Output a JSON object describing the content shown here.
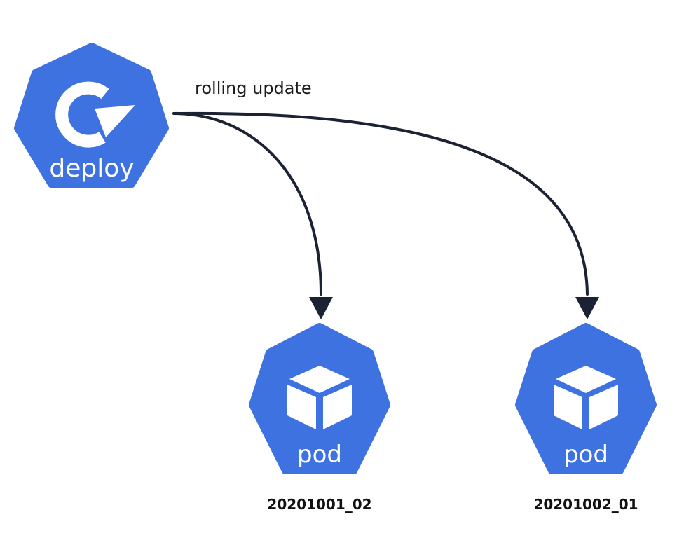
{
  "colors": {
    "node_fill": "#3f72e1",
    "node_text": "#ffffff",
    "arrow": "#1b2233"
  },
  "deploy": {
    "label": "deploy",
    "icon": "rolling-update-icon"
  },
  "edge_label": "rolling update",
  "pods": [
    {
      "label": "pod",
      "icon": "cube-icon",
      "caption": "20201001_02"
    },
    {
      "label": "pod",
      "icon": "cube-icon",
      "caption": "20201002_01"
    }
  ]
}
